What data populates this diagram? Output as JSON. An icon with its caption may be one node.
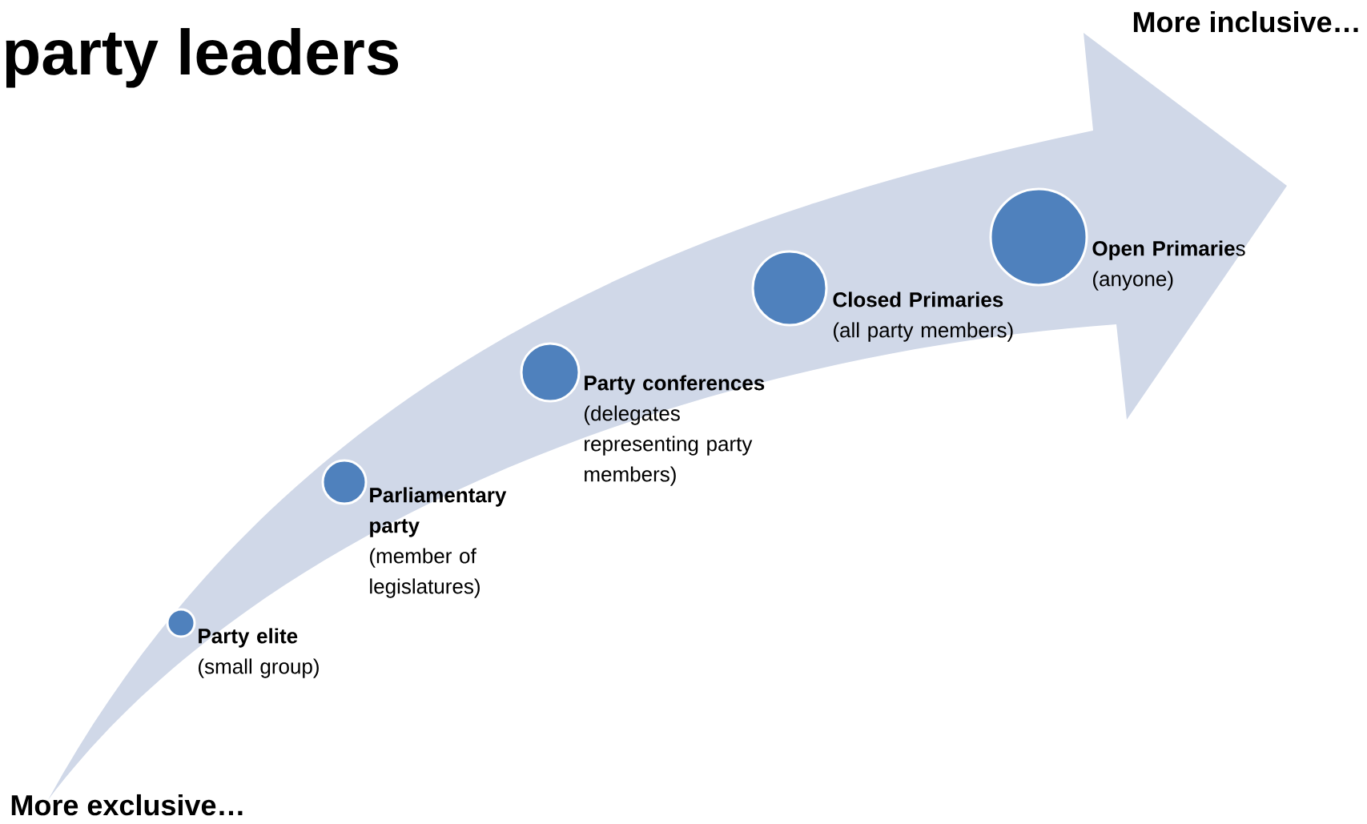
{
  "diagram": {
    "title": "party leaders",
    "nodes": [
      {
        "text": [],
        "shape": "circle",
        "beside": [
          "Party elite",
          "(small group)"
        ]
      },
      {
        "text": [],
        "shape": "circle",
        "beside": [
          "Parliamentary party",
          "(member of legislatures)"
        ]
      },
      {
        "text": [],
        "shape": "circle",
        "beside": [
          "Party conferences",
          "(delegates representing party members)"
        ]
      },
      {
        "text": [],
        "shape": "circle",
        "beside": [
          "Closed Primaries",
          "(all party members)"
        ]
      },
      {
        "text": [],
        "shape": "circle",
        "beside": [
          "**Open Primarie**s",
          "(anyone)"
        ]
      }
    ],
    "labels": [
      "More inclusive…",
      "More exclusive…"
    ]
  }
}
